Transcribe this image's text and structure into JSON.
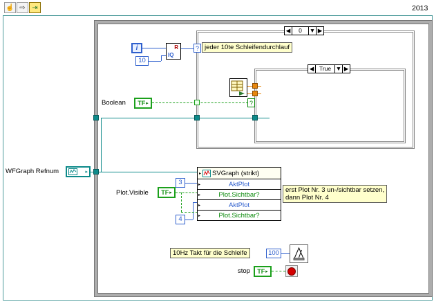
{
  "header": {
    "year": "2013",
    "tools": {
      "operate": "☝",
      "arrow": "⇨",
      "snippet": "⇥"
    }
  },
  "glyphs": {
    "out_arrow": "▸",
    "in_arrow": "▸"
  },
  "outer_case": {
    "prev": "◀",
    "selector": "0",
    "dropdown": "▼",
    "next": "▶",
    "selector_terminal": "?"
  },
  "inner_case": {
    "prev": "◀",
    "selector": "True",
    "dropdown": "▼",
    "next": "▶",
    "selector_terminal": "?"
  },
  "comments": {
    "iteration": "jeder 10te Schleifendurchlauf",
    "plots_line1": "erst Plot Nr. 3 un-/sichtbar setzen,",
    "plots_line2": "dann Plot Nr. 4",
    "timing": "10Hz Takt für die Schleife"
  },
  "controls": {
    "boolean_label": "Boolean",
    "wfgraph_label": "WFGraph Refnum",
    "plot_visible_label": "Plot.Visible",
    "stop_label": "stop",
    "tf": "TF"
  },
  "constants": {
    "iteration_terminal": "i",
    "divisor": "10",
    "plot3": "3",
    "plot4": "4",
    "wait_ms": "100"
  },
  "quotient_node": {
    "r": "R",
    "iq": "IQ"
  },
  "property_node": {
    "header": "SVGraph (strikt)",
    "rows": [
      "AktPlot",
      "Plot.Sichtbar?",
      "AktPlot",
      "Plot.Sichtbar?"
    ]
  }
}
